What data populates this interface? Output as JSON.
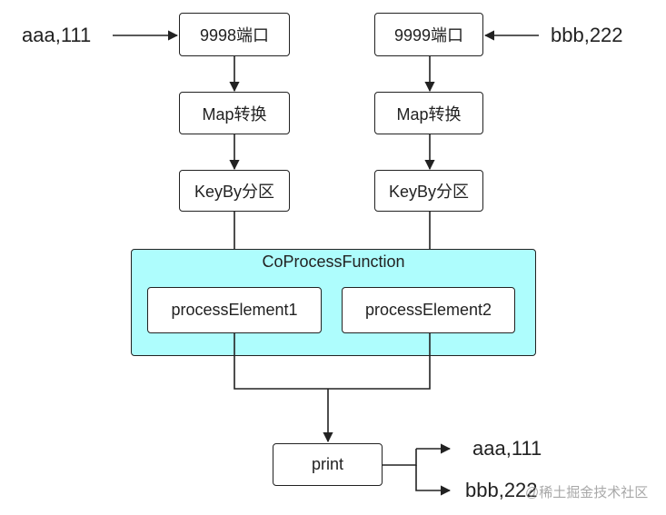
{
  "inputs": {
    "left": "aaa,111",
    "right": "bbb,222"
  },
  "left_chain": {
    "port": "9998端口",
    "map": "Map转换",
    "keyby": "KeyBy分区"
  },
  "right_chain": {
    "port": "9999端口",
    "map": "Map转换",
    "keyby": "KeyBy分区"
  },
  "coprocess": {
    "title": "CoProcessFunction",
    "element1": "processElement1",
    "element2": "processElement2"
  },
  "sink": {
    "label": "print"
  },
  "outputs": {
    "first": "aaa,111",
    "second": "bbb,222"
  },
  "watermark": "@稀土掘金技术社区",
  "colors": {
    "group_fill": "#aefdfd",
    "stroke": "#222222"
  }
}
